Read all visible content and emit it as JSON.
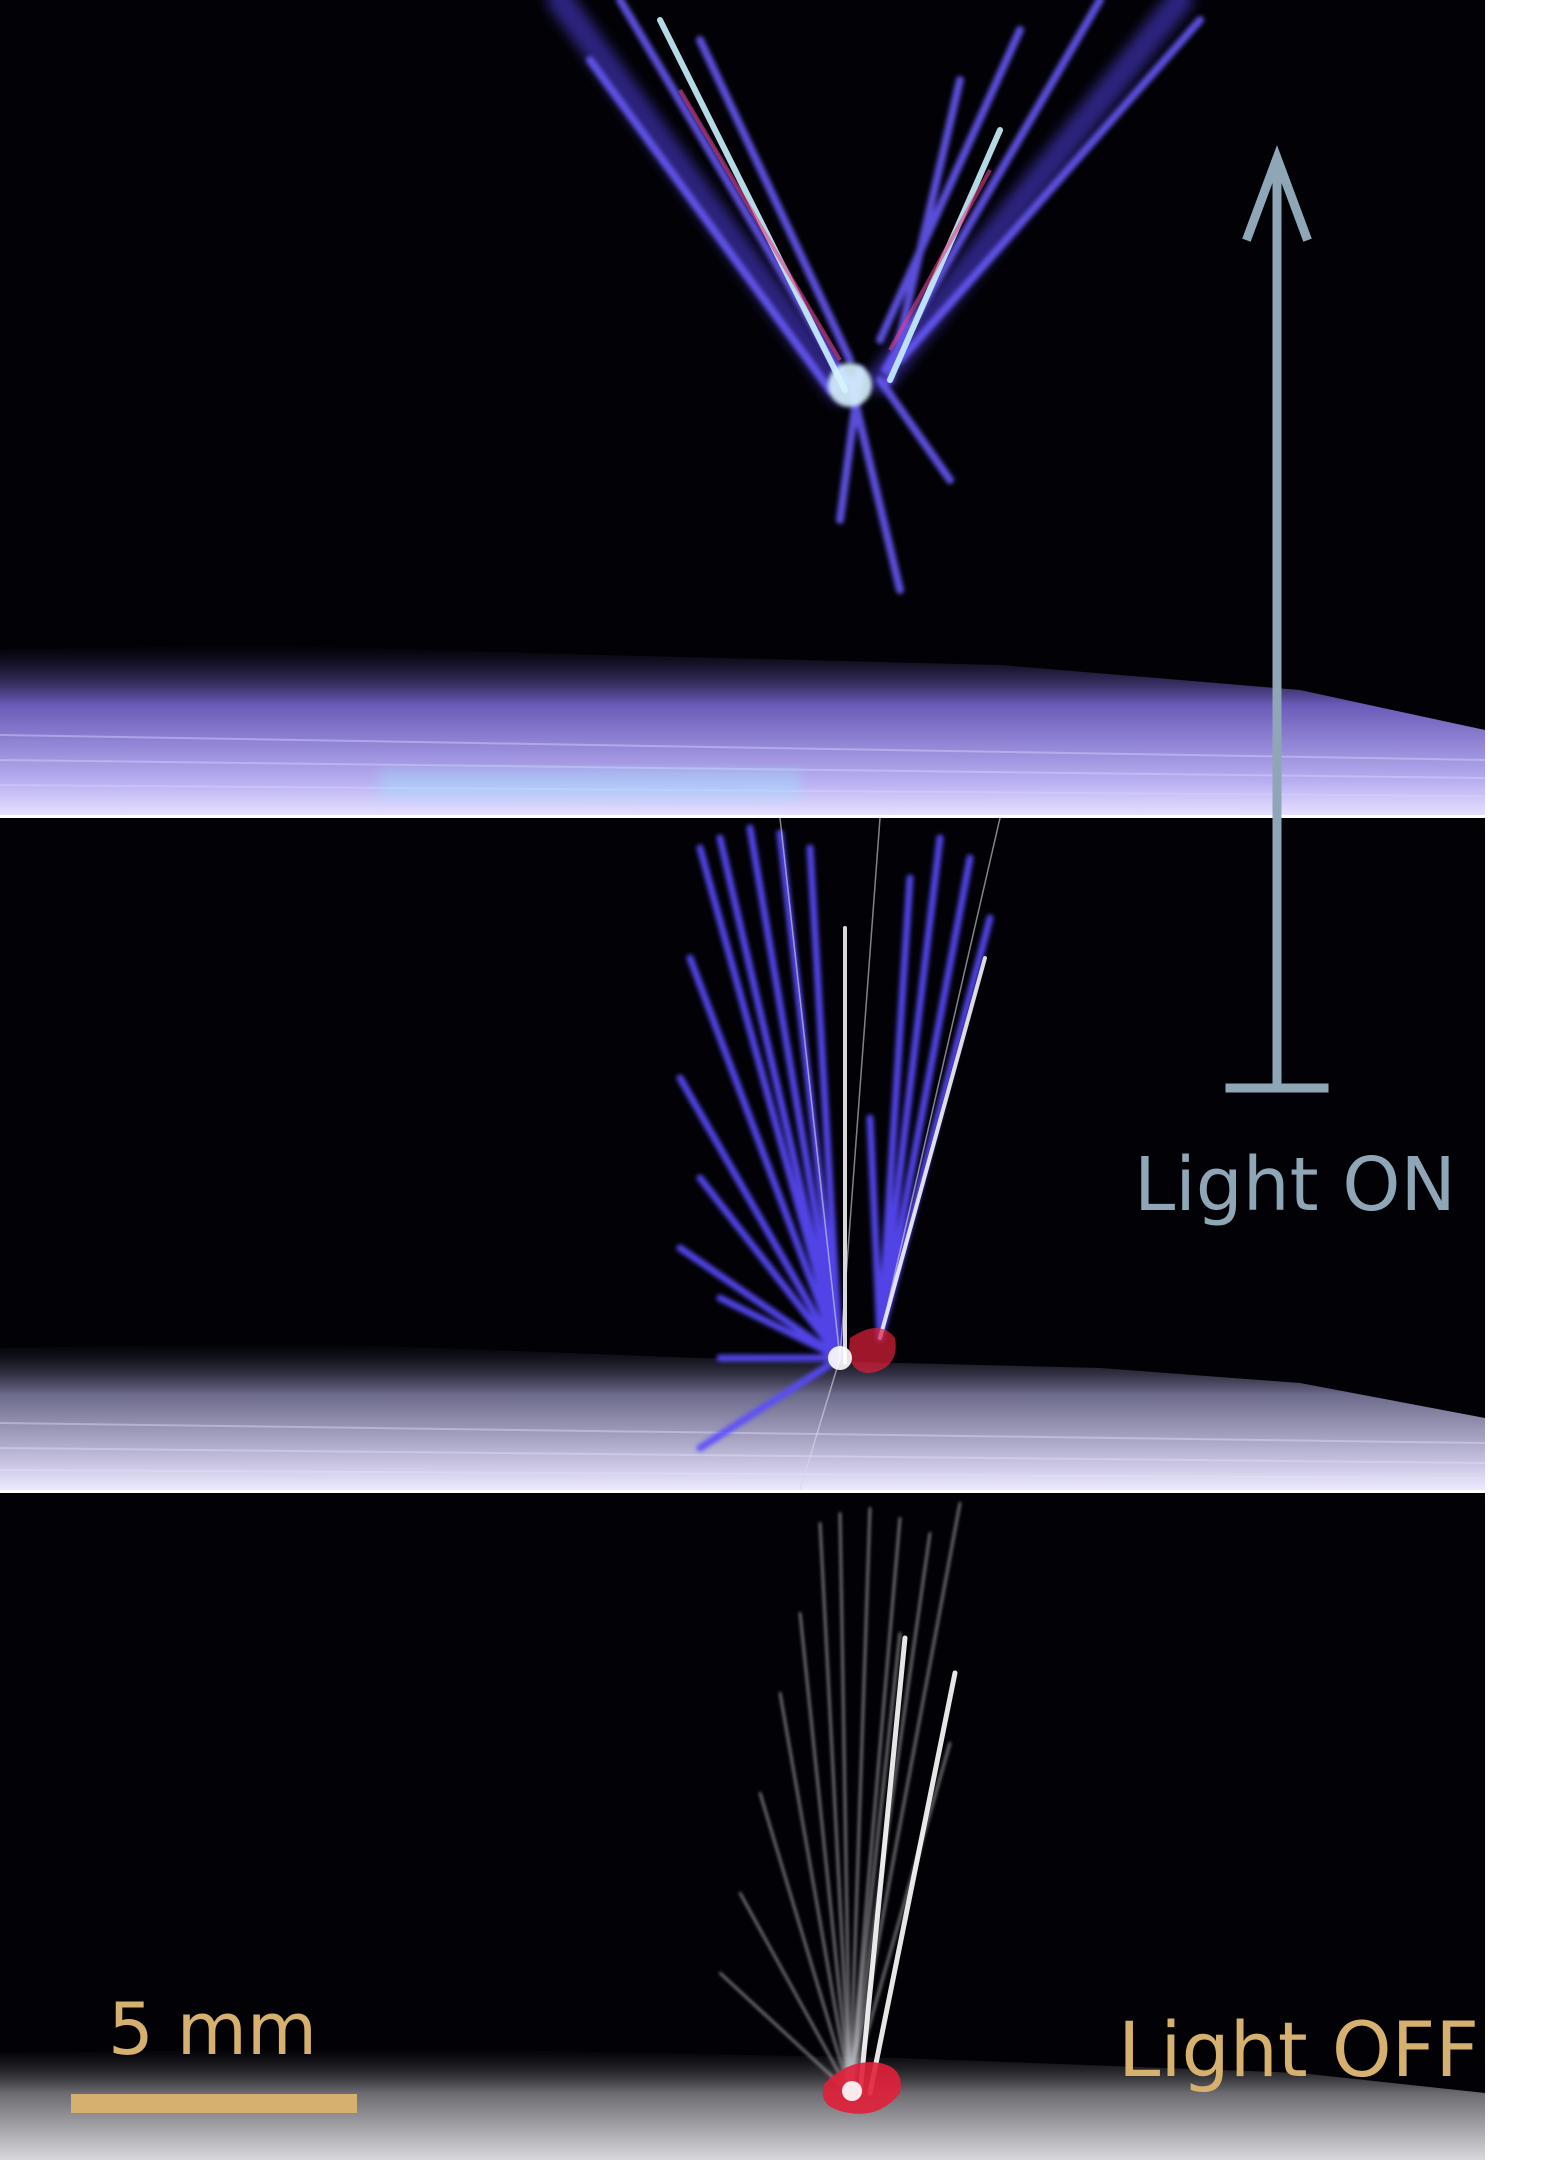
{
  "labels": {
    "light_on": "Light ON",
    "light_off": "Light OFF",
    "scale_bar": "5 mm"
  },
  "colors": {
    "background": "#020206",
    "frame_separator": "#ffffff",
    "light_on_text_and_arrow": "#8ea6b6",
    "light_off_text_and_scale": "#d6b06e",
    "fiber_glow_uv": "#5a4cff",
    "fiber_plain": "#e8e8f0",
    "base_red": "#e0203a"
  },
  "frames": [
    {
      "name": "top-frame-airborne",
      "illumination": "uv"
    },
    {
      "name": "middle-frame-takeoff",
      "illumination": "uv"
    },
    {
      "name": "bottom-frame-resting",
      "illumination": "none"
    }
  ]
}
